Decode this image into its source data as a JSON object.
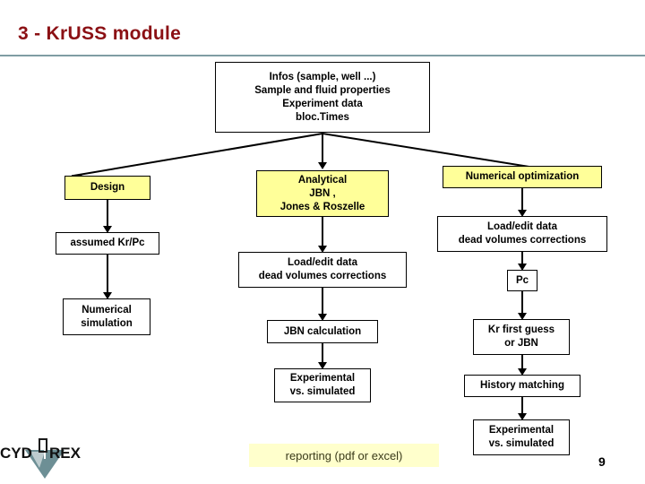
{
  "slide": {
    "title": "3 - KrUSS module",
    "page_number": "9",
    "accent_color": "#8b1014",
    "rule_color": "#7f9da3",
    "highlight_color": "#ffff99",
    "report_highlight_color": "#ffffcc"
  },
  "logo": {
    "text_left": "CYD",
    "text_right": "REX",
    "mark_color": "#6d8f95"
  },
  "flow": {
    "source": {
      "label": "Infos (sample, well ...)\nSample and  fluid properties\nExperiment data\nbloc.Times"
    },
    "branches": [
      {
        "id": "design",
        "nodes": [
          {
            "label": "Design",
            "style": "yellow"
          },
          {
            "label": "assumed Kr/Pc",
            "style": "plain-box"
          },
          {
            "label": "Numerical\nsimulation",
            "style": "plain-box"
          }
        ]
      },
      {
        "id": "analytical",
        "nodes": [
          {
            "label": "Analytical\nJBN ,\nJones & Roszelle",
            "style": "yellow"
          },
          {
            "label": "Load/edit data\ndead volumes corrections",
            "style": "plain-box"
          },
          {
            "label": "JBN calculation",
            "style": "plain-box"
          },
          {
            "label": "Experimental\nvs. simulated",
            "style": "plain-box"
          }
        ]
      },
      {
        "id": "numerical-optimization",
        "nodes": [
          {
            "label": "Numerical optimization",
            "style": "yellow"
          },
          {
            "label": "Load/edit data\ndead volumes corrections",
            "style": "plain-box"
          },
          {
            "label": "Pc",
            "style": "plain-box"
          },
          {
            "label": "Kr first guess\nor JBN",
            "style": "plain-box"
          },
          {
            "label": "History matching",
            "style": "plain-box"
          },
          {
            "label": "Experimental\nvs. simulated",
            "style": "plain-box"
          }
        ]
      }
    ],
    "report": {
      "label": "reporting (pdf or excel)"
    }
  }
}
